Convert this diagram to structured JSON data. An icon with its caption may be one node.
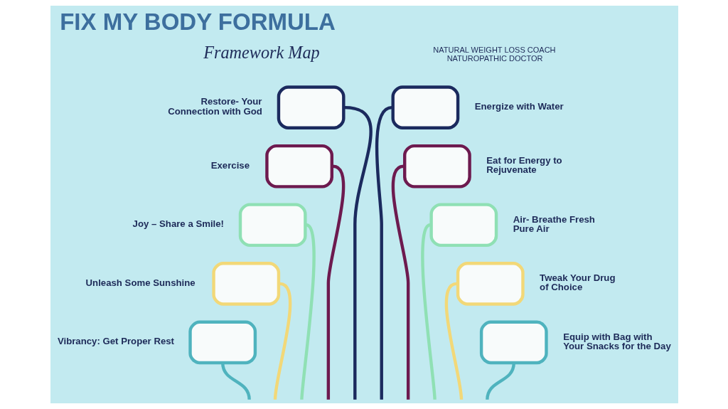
{
  "diagram": {
    "title": "FIX MY BODY FORMULA",
    "nodes": [
      {
        "text": [],
        "shape": "box",
        "beside": [
          "Restore- Your Connection with God"
        ]
      },
      {
        "text": [],
        "shape": "box",
        "beside": [
          "Energize with Water"
        ]
      },
      {
        "text": [],
        "shape": "box",
        "beside": [
          "Exercise"
        ]
      },
      {
        "text": [],
        "shape": "box",
        "beside": [
          "Eat for Energy to Rejuvenate"
        ]
      },
      {
        "text": [],
        "shape": "box",
        "beside": [
          "Joy – Share a Smile!"
        ]
      },
      {
        "text": [],
        "shape": "box",
        "beside": [
          "Air- Breathe Fresh Pure Air"
        ]
      },
      {
        "text": [],
        "shape": "box",
        "beside": [
          "Unleash Some Sunshine"
        ]
      },
      {
        "text": [],
        "shape": "box",
        "beside": [
          "Tweak Your Drug of Choice"
        ]
      },
      {
        "text": [],
        "shape": "box",
        "beside": [
          "Vibrancy: Get Proper Rest"
        ]
      },
      {
        "text": [],
        "shape": "box",
        "beside": [
          "Equip with Bag with Your Snacks for the Day"
        ]
      }
    ],
    "edges": [
      {
        "from": 0,
        "to": null,
        "arrow": "none",
        "color": "#1b2a5e"
      },
      {
        "from": 1,
        "to": null,
        "arrow": "none",
        "color": "#1b2a5e"
      },
      {
        "from": 2,
        "to": null,
        "arrow": "none",
        "color": "#6d1a4f"
      },
      {
        "from": 3,
        "to": null,
        "arrow": "none",
        "color": "#6d1a4f"
      },
      {
        "from": 4,
        "to": null,
        "arrow": "none",
        "color": "#8fe0b4"
      },
      {
        "from": 5,
        "to": null,
        "arrow": "none",
        "color": "#8fe0b4"
      },
      {
        "from": 6,
        "to": null,
        "arrow": "none",
        "color": "#f2d878"
      },
      {
        "from": 7,
        "to": null,
        "arrow": "none",
        "color": "#f2d878"
      },
      {
        "from": 8,
        "to": null,
        "arrow": "none",
        "color": "#4fb3be"
      },
      {
        "from": 9,
        "to": null,
        "arrow": "none",
        "color": "#4fb3be"
      }
    ],
    "labels": [
      "Framework Map",
      "NATURAL WEIGHT LOSS COACH NATUROPATHIC DOCTOR"
    ]
  }
}
